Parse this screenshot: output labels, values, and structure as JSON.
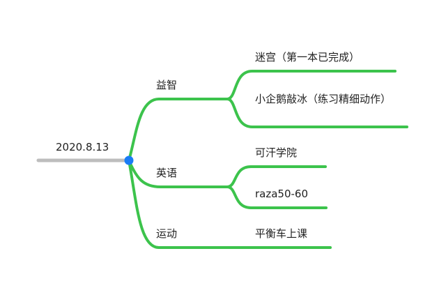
{
  "colors": {
    "branch": "#3cc34c",
    "root_line": "#bdbdbd",
    "node_dot": "#1a7cf5",
    "text": "#1f1f1f",
    "background": "#ffffff"
  },
  "mindmap": {
    "root": {
      "label": "2020.8.13"
    },
    "branches": [
      {
        "label": "益智",
        "children": [
          {
            "label": "迷宫（第一本已完成）"
          },
          {
            "label": "小企鹅敲冰（练习精细动作）"
          }
        ]
      },
      {
        "label": "英语",
        "children": [
          {
            "label": "可汗学院"
          },
          {
            "label": "raza50-60"
          }
        ]
      },
      {
        "label": "运动",
        "children": [
          {
            "label": "平衡车上课"
          }
        ]
      }
    ]
  }
}
